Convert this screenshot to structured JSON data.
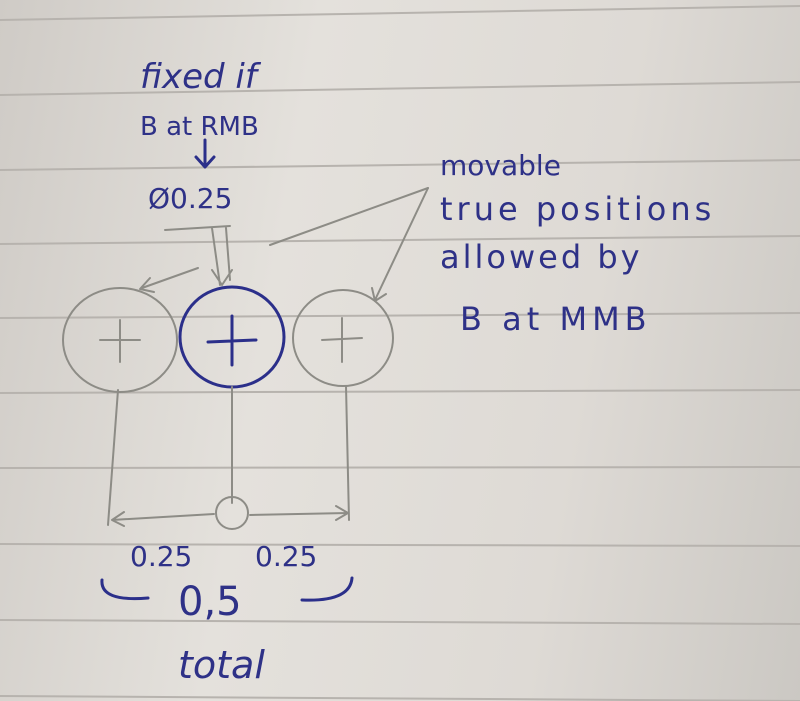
{
  "note": {
    "label_fixed_line1": "fixed if",
    "label_fixed_line2": "B at RMB",
    "diameter_label": "Ø0.25",
    "movable_lines": [
      "movable",
      "true positions",
      "allowed by",
      "B at MMB"
    ],
    "left_offset": "0.25",
    "right_offset": "0.25",
    "total_value": "0,5",
    "total_label": "total"
  },
  "colors": {
    "ink": "#2b2f8a",
    "pencil": "#8d8c86",
    "paper": "#e2dfda",
    "rule": "#b7b3ae"
  }
}
